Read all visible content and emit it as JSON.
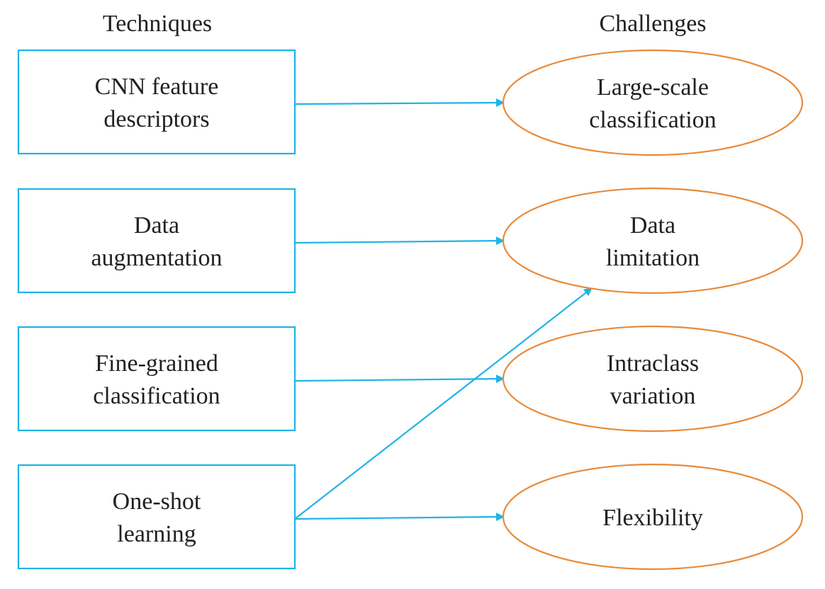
{
  "headings": {
    "techniques": "Techniques",
    "challenges": "Challenges"
  },
  "techniques": [
    {
      "id": "cnn",
      "lines": [
        "CNN feature",
        "descriptors"
      ]
    },
    {
      "id": "augmentation",
      "lines": [
        "Data",
        "augmentation"
      ]
    },
    {
      "id": "finegrained",
      "lines": [
        "Fine-grained",
        "classification"
      ]
    },
    {
      "id": "oneshot",
      "lines": [
        "One-shot",
        "learning"
      ]
    }
  ],
  "challenges": [
    {
      "id": "largescale",
      "lines": [
        "Large-scale",
        "classification"
      ]
    },
    {
      "id": "datalimitation",
      "lines": [
        "Data",
        "limitation"
      ]
    },
    {
      "id": "intraclass",
      "lines": [
        "Intraclass",
        "variation"
      ]
    },
    {
      "id": "flexibility",
      "lines": [
        "Flexibility"
      ]
    }
  ],
  "connections": [
    {
      "from": "cnn",
      "to": "largescale"
    },
    {
      "from": "augmentation",
      "to": "datalimitation"
    },
    {
      "from": "finegrained",
      "to": "intraclass"
    },
    {
      "from": "oneshot",
      "to": "flexibility"
    },
    {
      "from": "oneshot",
      "to": "datalimitation"
    }
  ],
  "colors": {
    "technique_border": "#1fb4e6",
    "challenge_border": "#e88a3a",
    "connector": "#1fb4e6",
    "text": "#231f20"
  }
}
